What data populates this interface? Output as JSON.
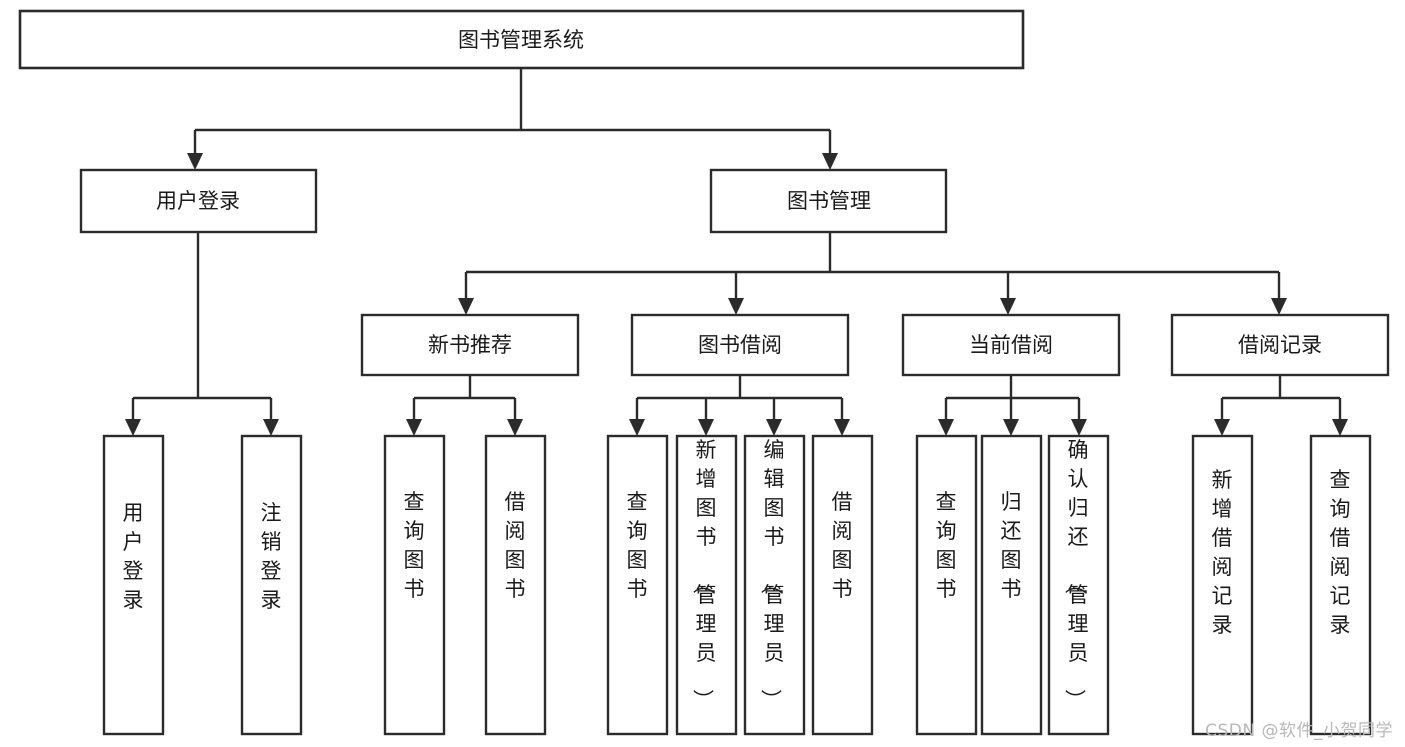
{
  "diagram": {
    "type": "tree-hierarchy",
    "title": "图书管理系统",
    "colors": {
      "box_stroke": "#2b2b2b",
      "box_fill": "#ffffff",
      "text": "#1a1a1a",
      "connector": "#2b2b2b",
      "background": "#ffffff",
      "watermark": "#b8b8b8"
    },
    "root": {
      "label": "图书管理系统"
    },
    "level2": [
      {
        "label": "用户登录"
      },
      {
        "label": "图书管理"
      }
    ],
    "level3": [
      {
        "label": "新书推荐"
      },
      {
        "label": "图书借阅"
      },
      {
        "label": "当前借阅"
      },
      {
        "label": "借阅记录"
      }
    ],
    "leaves": {
      "user_login": [
        {
          "label": "用户登录"
        },
        {
          "label": "注销登录"
        }
      ],
      "new_book_recommend": [
        {
          "label": "查询图书"
        },
        {
          "label": "借阅图书"
        }
      ],
      "book_borrow": [
        {
          "label": "查询图书"
        },
        {
          "label": "新增图书（管理员）"
        },
        {
          "label": "编辑图书（管理员）"
        },
        {
          "label": "借阅图书"
        }
      ],
      "current_borrow": [
        {
          "label": "查询图书"
        },
        {
          "label": "归还图书"
        },
        {
          "label": "确认归还（管理员）"
        }
      ],
      "borrow_record": [
        {
          "label": "新增借阅记录"
        },
        {
          "label": "查询借阅记录"
        }
      ]
    }
  },
  "watermark": {
    "text": "CSDN @软件_小贺同学"
  }
}
